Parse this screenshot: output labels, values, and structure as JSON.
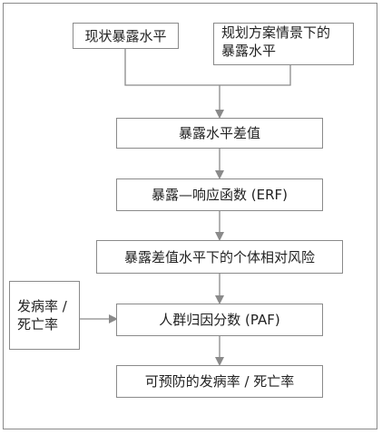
{
  "flowchart": {
    "nodes": {
      "current_exposure": {
        "label": "现状暴露水平"
      },
      "scenario_exposure": {
        "line1": "规划方案情景下的",
        "line2": "暴露水平"
      },
      "exposure_difference": {
        "label": "暴露水平差值"
      },
      "erf": {
        "label": "暴露—响应函数 (ERF)"
      },
      "relative_risk": {
        "label": "暴露差值水平下的个体相对风险"
      },
      "incidence": {
        "line1": "发病率 /",
        "line2": "死亡率"
      },
      "paf": {
        "label": "人群归因分数 (PAF)"
      },
      "preventable": {
        "label": "可预防的发病率 / 死亡率"
      }
    }
  }
}
